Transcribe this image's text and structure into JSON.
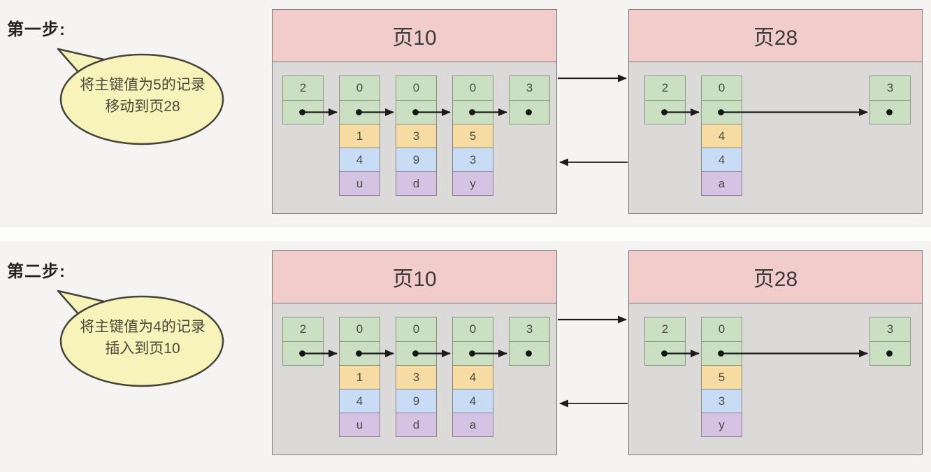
{
  "steps": [
    {
      "label": "第一步:",
      "bubble": {
        "line1": "将主键值为5的记录",
        "line2": "移动到页28"
      },
      "page10": {
        "title": "页10",
        "infimum_type": "2",
        "supremum_type": "3",
        "records": [
          {
            "type": "0",
            "key": "1",
            "col2": "4",
            "col3": "u"
          },
          {
            "type": "0",
            "key": "3",
            "col2": "9",
            "col3": "d"
          },
          {
            "type": "0",
            "key": "5",
            "col2": "3",
            "col3": "y"
          }
        ]
      },
      "page28": {
        "title": "页28",
        "infimum_type": "2",
        "supremum_type": "3",
        "records": [
          {
            "type": "0",
            "key": "4",
            "col2": "4",
            "col3": "a"
          }
        ]
      }
    },
    {
      "label": "第二步:",
      "bubble": {
        "line1": "将主键值为4的记录",
        "line2": "插入到页10"
      },
      "page10": {
        "title": "页10",
        "infimum_type": "2",
        "supremum_type": "3",
        "records": [
          {
            "type": "0",
            "key": "1",
            "col2": "4",
            "col3": "u"
          },
          {
            "type": "0",
            "key": "3",
            "col2": "9",
            "col3": "d"
          },
          {
            "type": "0",
            "key": "4",
            "col2": "4",
            "col3": "a"
          }
        ]
      },
      "page28": {
        "title": "页28",
        "infimum_type": "2",
        "supremum_type": "3",
        "records": [
          {
            "type": "0",
            "key": "5",
            "col2": "3",
            "col3": "y"
          }
        ]
      }
    }
  ],
  "colors": {
    "background": "#f5f4f2",
    "page_header_pink": "#f2cccb",
    "page_body_gray": "#dbdad8",
    "cell_green": "#cbdfc3",
    "cell_orange": "#f6dca3",
    "cell_blue": "#c8dcf6",
    "cell_purple": "#d6c2e2",
    "bubble_yellow": "#f8f3ba",
    "arrow_black": "#1c1c1c"
  }
}
